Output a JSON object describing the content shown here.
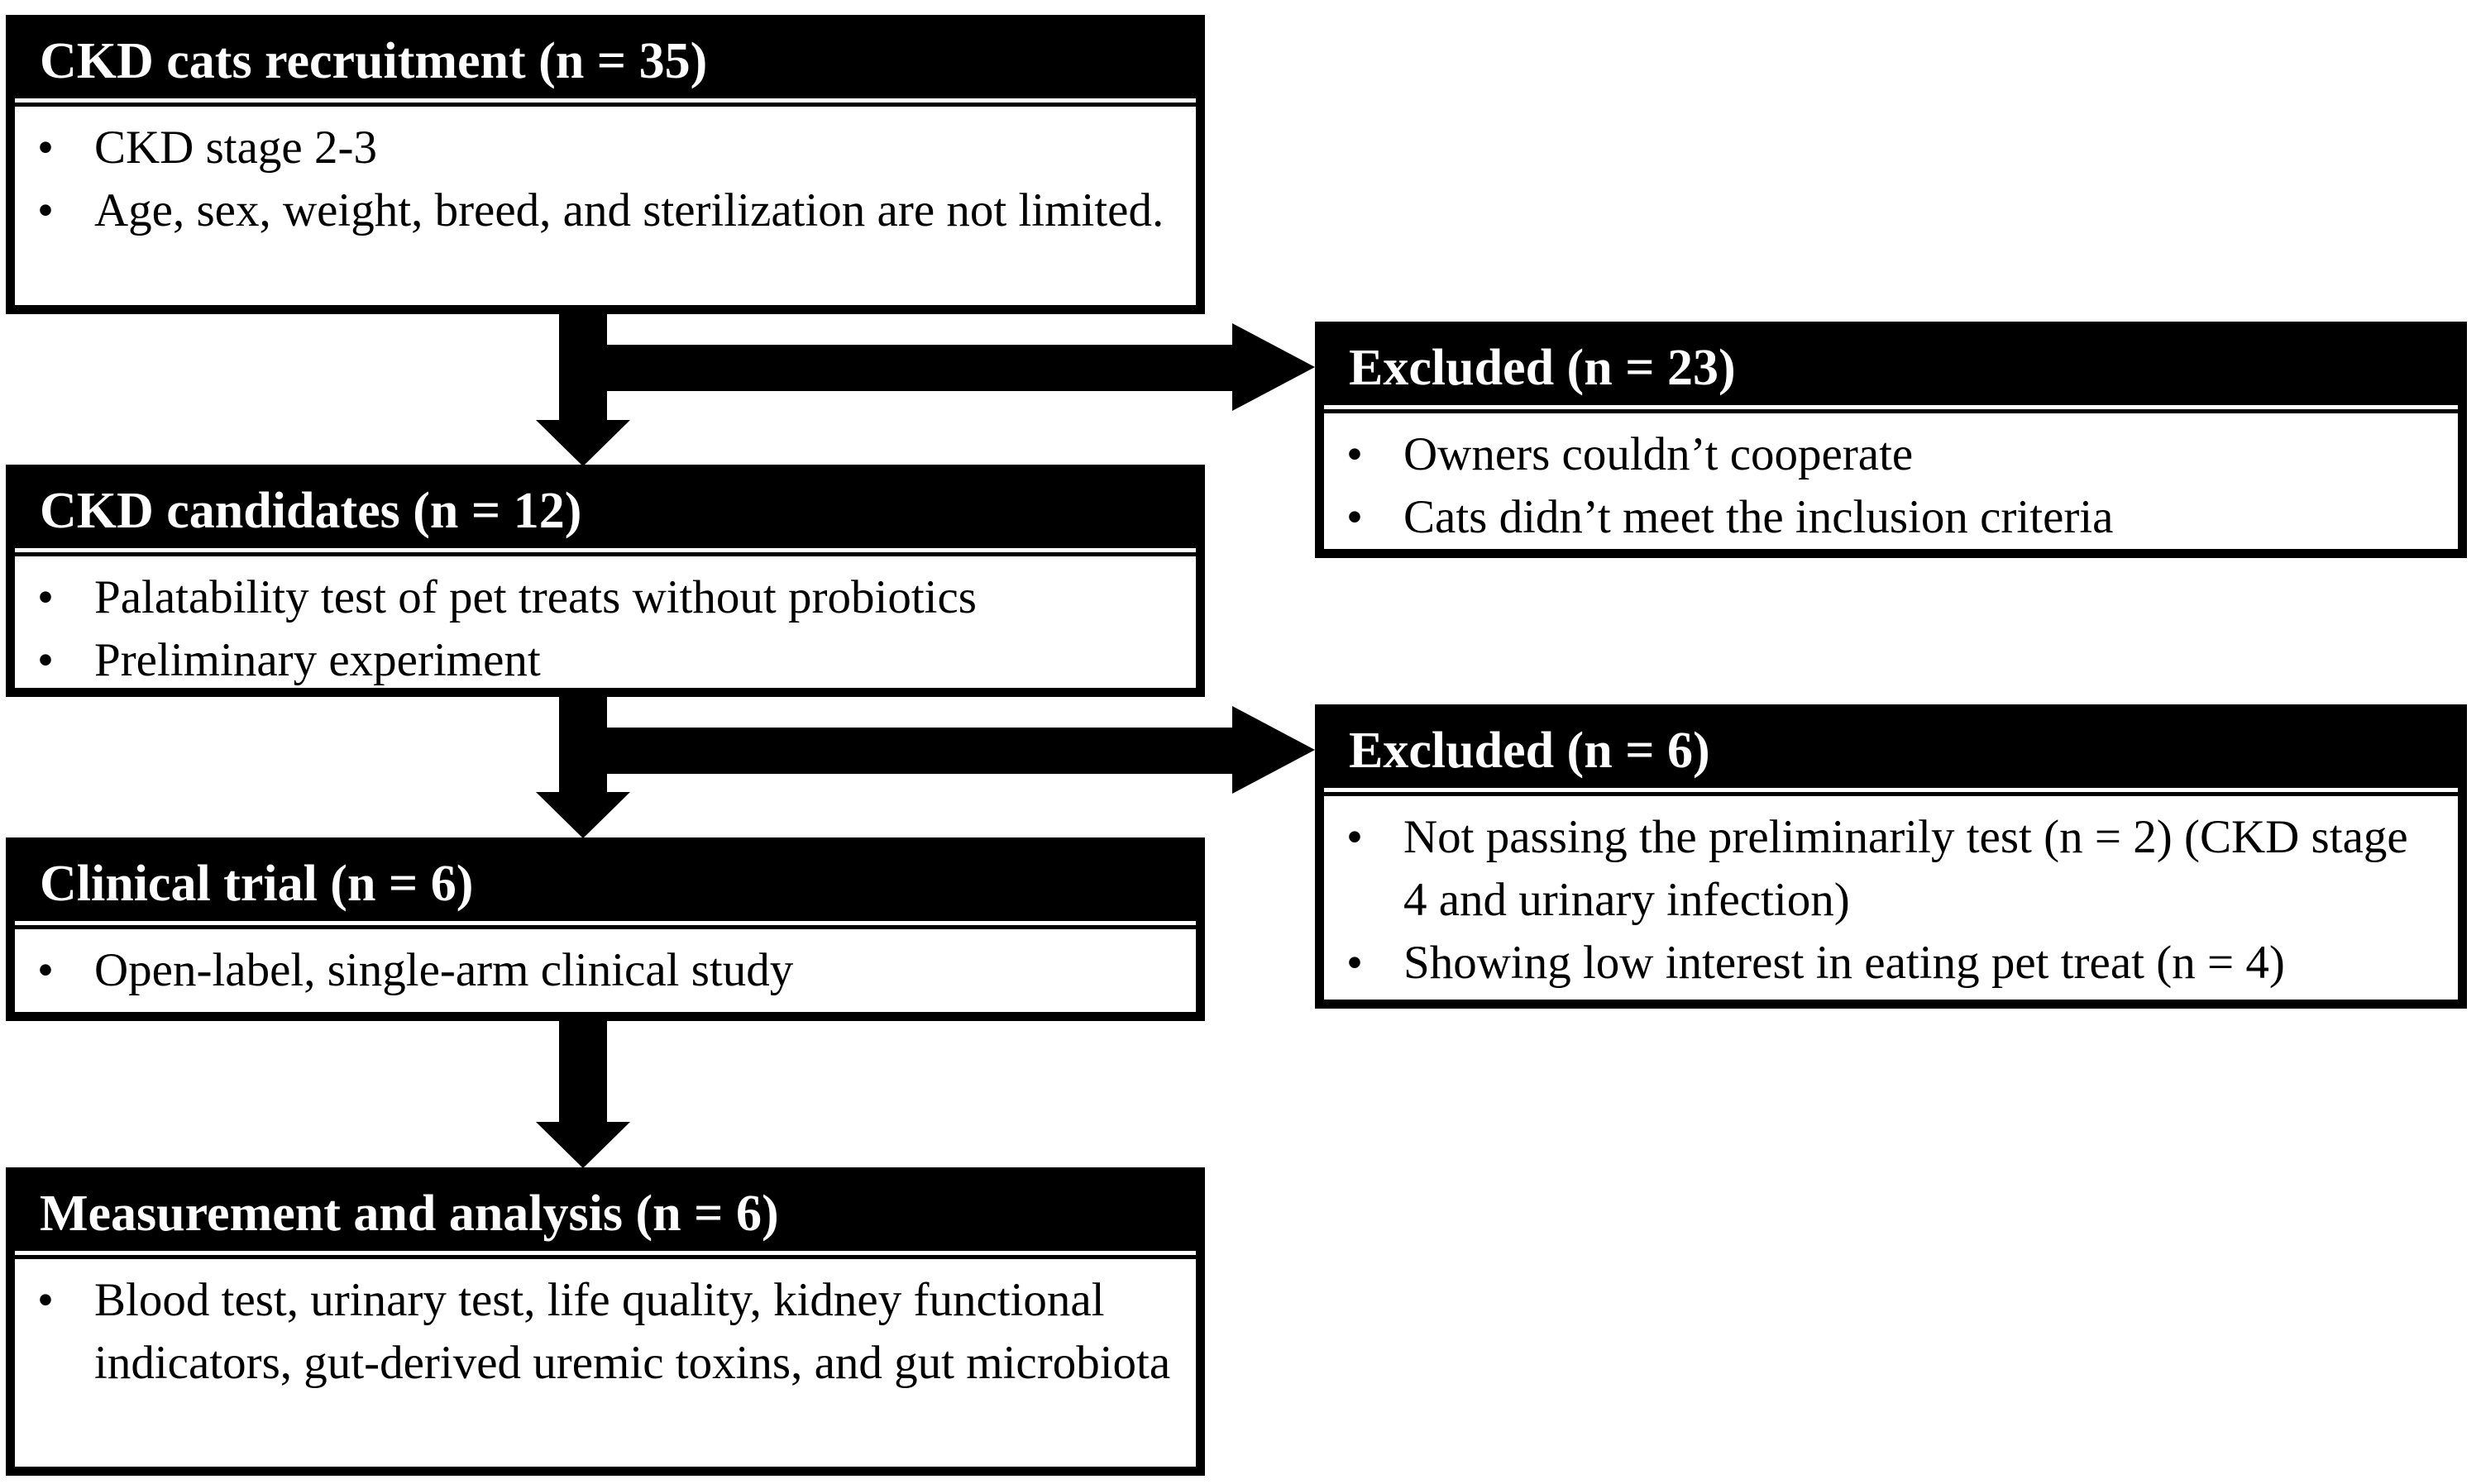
{
  "diagram": {
    "type": "study-flow-chart",
    "bullet_char": "•",
    "colors": {
      "background": "#ffffff",
      "box_border": "#000000",
      "header_bg": "#000000",
      "header_text": "#ffffff",
      "body_text": "#000000",
      "arrow": "#000000"
    },
    "main_boxes": [
      {
        "id": "recruitment",
        "title": "CKD cats recruitment (n = 35)",
        "items": [
          "CKD stage 2-3",
          "Age, sex, weight, breed, and sterilization are not limited."
        ]
      },
      {
        "id": "candidates",
        "title": "CKD candidates (n = 12)",
        "items": [
          "Palatability test of pet treats without probiotics",
          "Preliminary experiment"
        ]
      },
      {
        "id": "clinical-trial",
        "title": "Clinical trial (n = 6)",
        "items": [
          "Open-label, single-arm clinical study"
        ]
      },
      {
        "id": "measurement",
        "title": "Measurement and analysis (n = 6)",
        "items": [
          "Blood test, urinary test, life quality, kidney functional indicators, gut-derived uremic toxins, and gut microbiota"
        ]
      }
    ],
    "excluded_boxes": [
      {
        "id": "excluded-1",
        "title": "Excluded (n = 23)",
        "items": [
          "Owners couldn’t cooperate",
          "Cats didn’t meet the inclusion criteria"
        ]
      },
      {
        "id": "excluded-2",
        "title": "Excluded (n = 6)",
        "items": [
          "Not passing the preliminarily test (n = 2) (CKD stage 4 and urinary infection)",
          "Showing low interest in eating pet treat (n = 4)"
        ]
      }
    ],
    "flow": [
      "recruitment -> candidates",
      "recruitment -> excluded-1",
      "candidates -> clinical-trial",
      "candidates -> excluded-2",
      "clinical-trial -> measurement"
    ]
  }
}
